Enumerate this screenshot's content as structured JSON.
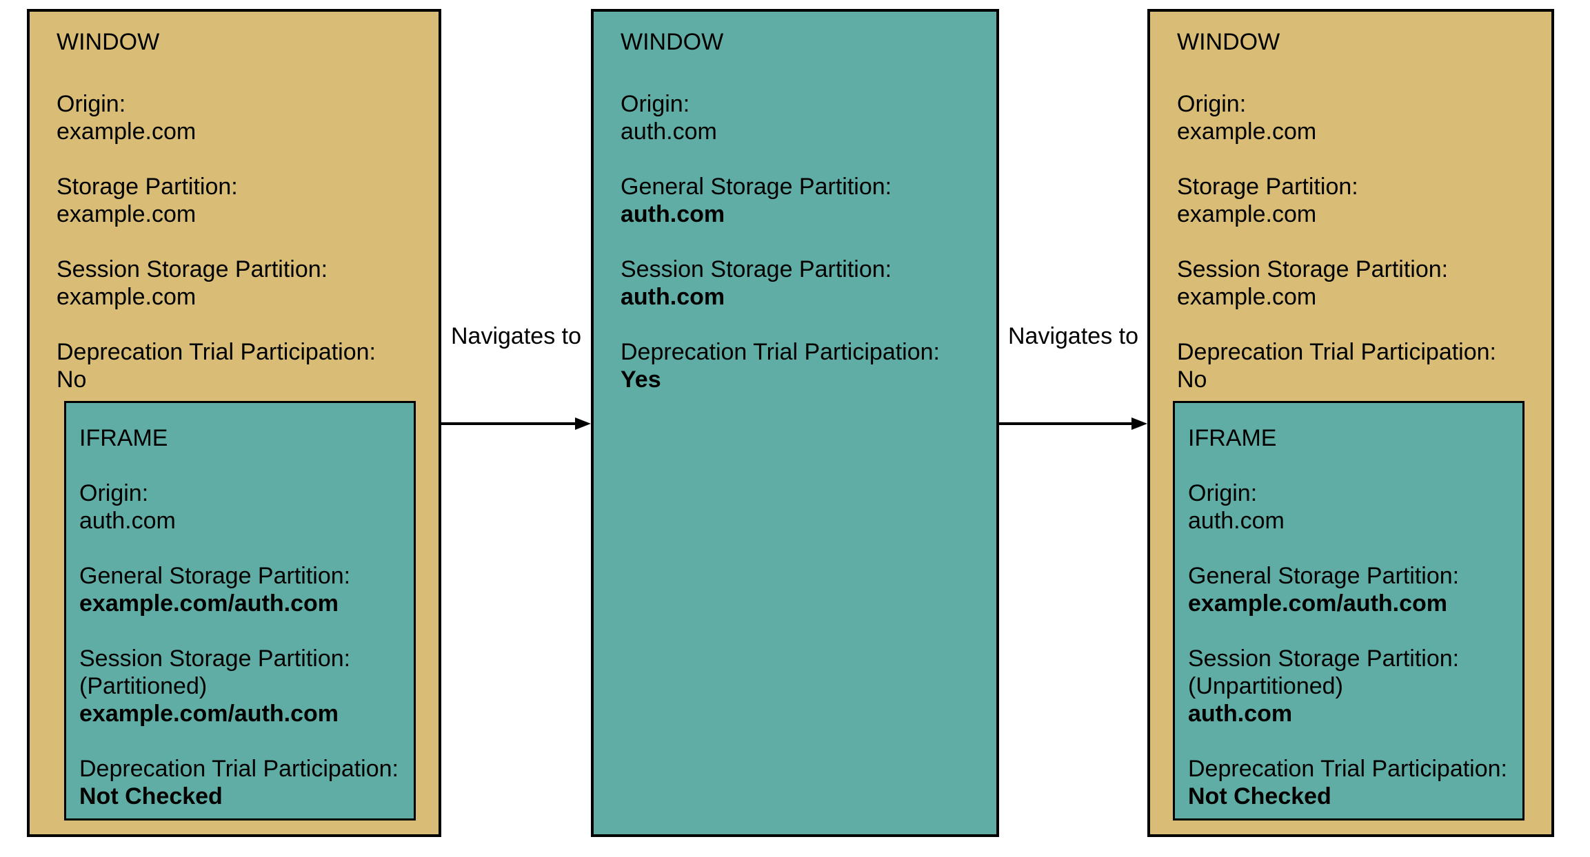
{
  "diagram": {
    "background": "#FFFFFF",
    "colors": {
      "window_fill": "#D9BC75",
      "iframe_fill": "#5FADA4",
      "border": "#000000",
      "text": "#000000"
    },
    "connectors": [
      {
        "label": "Navigates to"
      },
      {
        "label": "Navigates to"
      }
    ],
    "windows": [
      {
        "title": "WINDOW",
        "fields": [
          {
            "label": "Origin:",
            "value": "example.com"
          },
          {
            "label": "Storage Partition:",
            "value": "example.com"
          },
          {
            "label": "Session Storage Partition:",
            "value": "example.com"
          },
          {
            "label": "Deprecation Trial Participation:",
            "value": "No"
          }
        ],
        "iframe": {
          "title": "IFRAME",
          "fields": [
            {
              "label": "Origin:",
              "value": "auth.com"
            },
            {
              "label": "General Storage Partition:",
              "value": "example.com/auth.com"
            },
            {
              "label": "Session Storage Partition:",
              "note": "(Partitioned)",
              "value": "example.com/auth.com"
            },
            {
              "label": "Deprecation Trial Participation:",
              "value": "Not Checked"
            }
          ]
        }
      },
      {
        "title": "WINDOW",
        "fields": [
          {
            "label": "Origin:",
            "value": "auth.com"
          },
          {
            "label": "General Storage Partition:",
            "value": "auth.com"
          },
          {
            "label": "Session Storage Partition:",
            "value": "auth.com"
          },
          {
            "label": "Deprecation Trial Participation:",
            "value": "Yes"
          }
        ]
      },
      {
        "title": "WINDOW",
        "fields": [
          {
            "label": "Origin:",
            "value": "example.com"
          },
          {
            "label": "Storage Partition:",
            "value": "example.com"
          },
          {
            "label": "Session Storage Partition:",
            "value": "example.com"
          },
          {
            "label": "Deprecation Trial Participation:",
            "value": "No"
          }
        ],
        "iframe": {
          "title": "IFRAME",
          "fields": [
            {
              "label": "Origin:",
              "value": "auth.com"
            },
            {
              "label": "General Storage Partition:",
              "value": "example.com/auth.com"
            },
            {
              "label": "Session Storage Partition:",
              "note": "(Unpartitioned)",
              "value": "auth.com"
            },
            {
              "label": "Deprecation Trial Participation:",
              "value": "Not Checked"
            }
          ]
        }
      }
    ]
  }
}
